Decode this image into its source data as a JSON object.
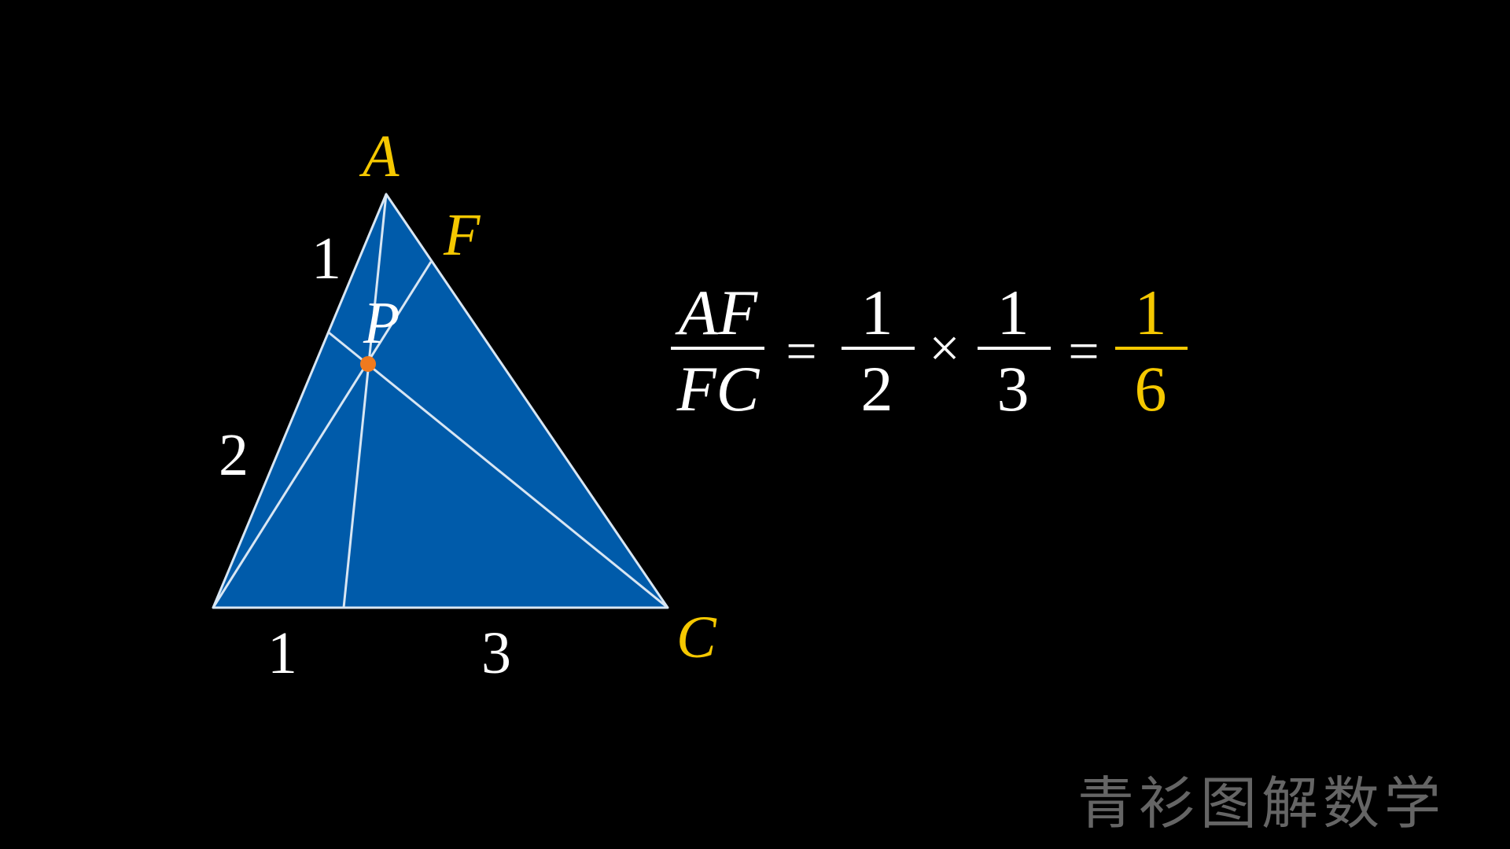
{
  "colors": {
    "background": "#000000",
    "triangle_fill": "#005BAA",
    "line": "#D8E6F3",
    "vertex_label": "#F5C800",
    "text": "#FFFFFF",
    "point": "#F07A1E",
    "highlight": "#F5C800",
    "watermark": "#777777"
  },
  "diagram": {
    "vertex_labels": {
      "A": "A",
      "F": "F",
      "C": "C",
      "P": "P"
    },
    "segment_labels": {
      "left_upper": "1",
      "left_lower": "2",
      "base_left": "1",
      "base_right": "3"
    }
  },
  "equation": {
    "lhs_numerator": "AF",
    "lhs_denominator": "FC",
    "equals": "=",
    "frac1_numerator": "1",
    "frac1_denominator": "2",
    "times": "×",
    "frac2_numerator": "1",
    "frac2_denominator": "3",
    "equals2": "=",
    "result_numerator": "1",
    "result_denominator": "6"
  },
  "watermark": "青衫图解数学"
}
